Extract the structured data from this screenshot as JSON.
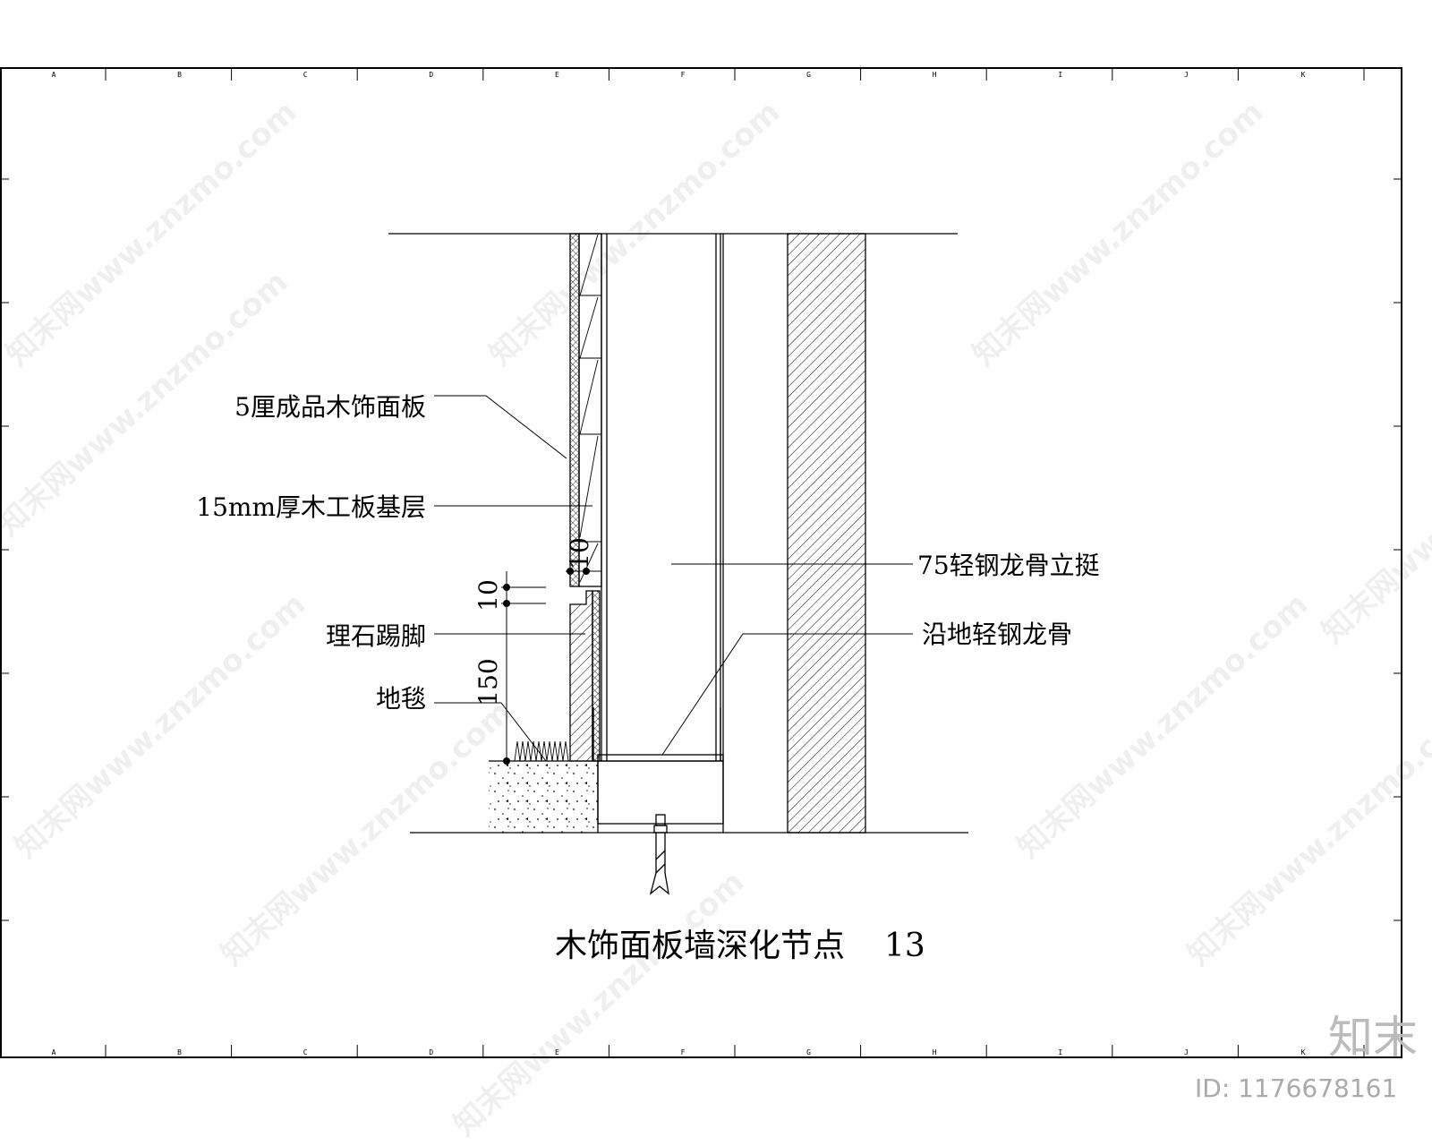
{
  "drawing": {
    "title": "木饰面板墙深化节点",
    "number": "13",
    "grid_columns": [
      "A",
      "B",
      "C",
      "D",
      "E",
      "F",
      "G",
      "H",
      "I",
      "J",
      "K"
    ],
    "labels": {
      "wood_panel": "5厘成品木饰面板",
      "base_board": "15mm厚木工板基层",
      "steel_stud": "75轻钢龙骨立挺",
      "skirting": "理石踢脚",
      "floor_track": "沿地轻钢龙骨",
      "carpet": "地毯"
    },
    "dimensions": {
      "gap_horizontal": "10",
      "gap_vertical": "10",
      "skirting_height": "150"
    }
  },
  "watermark": {
    "text": "知末网www.znzmo.com",
    "logo": "知末",
    "id": "ID: 1176678161"
  }
}
